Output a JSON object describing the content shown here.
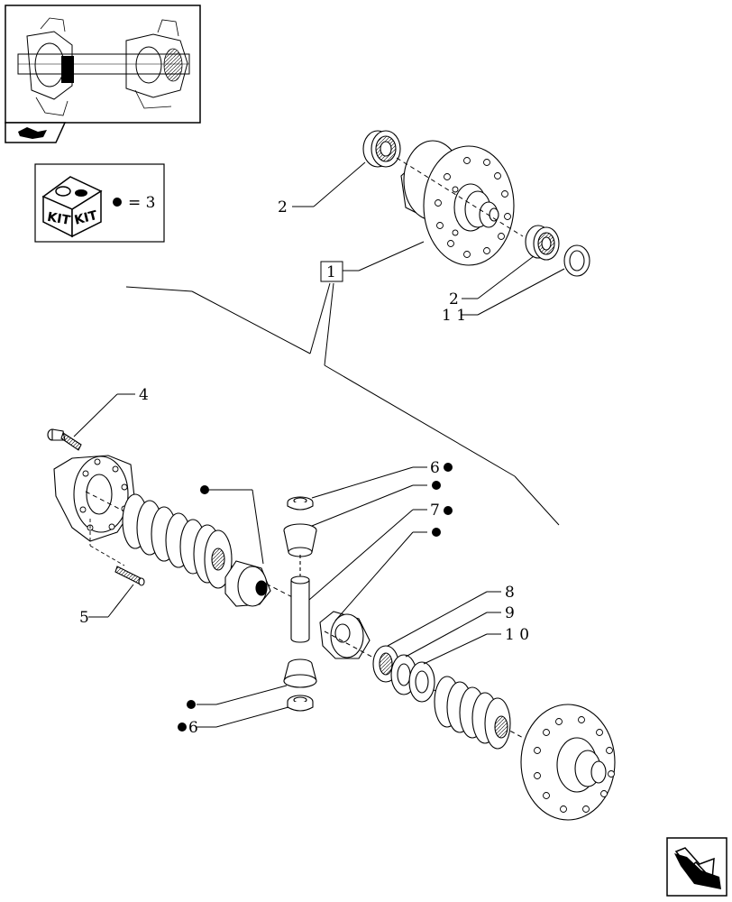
{
  "kit_box": {
    "kit_text_left": "KIT",
    "kit_text_right": "KIT",
    "legend_text": "= 3"
  },
  "callouts": {
    "ref_box": "1",
    "label_2_top": "2",
    "label_2_bottom": "2",
    "label_11": "1 1",
    "label_4": "4",
    "label_5": "5",
    "label_6_top": "6",
    "label_7": "7",
    "label_8": "8",
    "label_9": "9",
    "label_10": "1 0",
    "label_6_bottom": "6"
  },
  "icons": {
    "thumbnail": "axle-thumbnail-icon",
    "tab": "book-arrow-icon",
    "kit": "kit-box-icon",
    "next": "next-page-arrow-icon",
    "bullet": "kit-bullet-icon"
  }
}
